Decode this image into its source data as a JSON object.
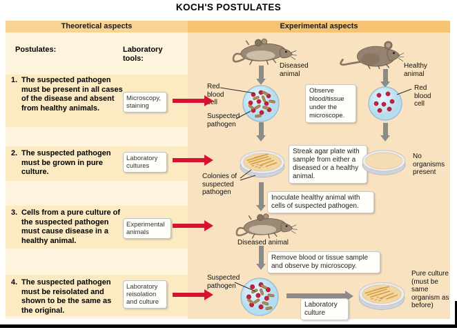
{
  "title": "KOCH'S POSTULATES",
  "left": {
    "header": "Theoretical aspects",
    "postulates_heading": "Postulates:",
    "tools_heading": "Laboratory tools:",
    "postulates": [
      {
        "num": "1.",
        "text": "The suspected pathogen must be present in all cases of the disease and absent from healthy animals.",
        "tool": "Microscopy, staining"
      },
      {
        "num": "2.",
        "text": "The suspected pathogen must be grown in pure culture.",
        "tool": "Laboratory cultures"
      },
      {
        "num": "3.",
        "text": "Cells from a pure culture of the suspected pathogen must cause disease in a healthy animal.",
        "tool": "Experimental animals"
      },
      {
        "num": "4.",
        "text": "The suspected pathogen must be reisolated and shown to be the same as the original.",
        "tool": "Laboratory reisolation and culture"
      }
    ]
  },
  "right": {
    "header": "Experimental aspects",
    "labels": {
      "diseased_animal_top": "Diseased animal",
      "healthy_animal": "Healthy animal",
      "red_blood_cell_left": "Red blood cell",
      "suspected_pathogen_top": "Suspected pathogen",
      "red_blood_cell_right": "Red blood cell",
      "colonies": "Colonies of suspected pathogen",
      "no_organisms": "No organisms present",
      "diseased_animal_mid": "Diseased animal",
      "suspected_pathogen_bottom": "Suspected pathogen",
      "pure_culture": "Pure culture (must be same organism as before)"
    },
    "boxes": {
      "observe": "Observe blood/tissue under the microscope.",
      "streak": "Streak agar plate with sample from either a diseased or a healthy animal.",
      "inoculate": "Inoculate healthy animal with cells of suspected pathogen.",
      "remove": "Remove blood or tissue sample and observe by microscopy.",
      "lab_culture": "Laboratory culture"
    },
    "illustrations": [
      "diseased-mouse",
      "healthy-mouse",
      "blood-smear-with-pathogen",
      "blood-smear-healthy",
      "agar-plate-colonies",
      "agar-plate-empty",
      "blood-smear-with-pathogen",
      "agar-plate-pure-culture"
    ]
  },
  "colors": {
    "left_header_bg": "#F8D393",
    "right_header_bg": "#F5C371",
    "left_body_bg": "#FEF4DE",
    "postulate_band_bg": "#FCEBC2",
    "right_body_bg": "#F9E2C0",
    "red_arrow": "#D5122F",
    "gray_arrow": "#8B8B8B",
    "blood_smear_blue": "#BFE0F2",
    "red_blood_cell": "#C2203E",
    "pathogen_rod": "#B08B54",
    "agar": "#F2D6A4",
    "colony_streak": "#D7A143"
  }
}
